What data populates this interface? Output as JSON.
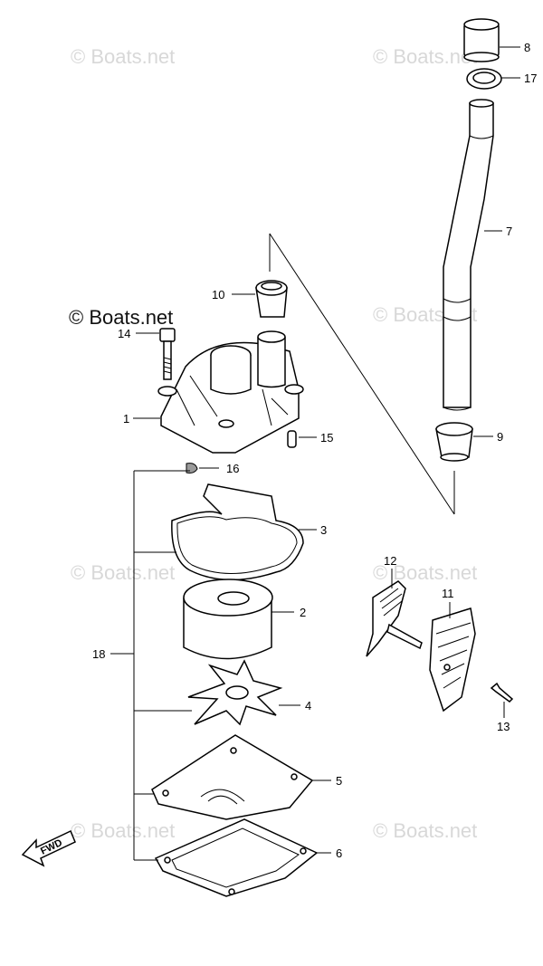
{
  "watermark": "© Boats.net",
  "brand_mark": "© Boats.net",
  "fwd_label": "FWD",
  "callouts": {
    "c1": "1",
    "c2": "2",
    "c3": "3",
    "c4": "4",
    "c5": "5",
    "c6": "6",
    "c7": "7",
    "c8": "8",
    "c9": "9",
    "c10": "10",
    "c11": "11",
    "c12": "12",
    "c13": "13",
    "c14": "14",
    "c15": "15",
    "c16": "16",
    "c17": "17",
    "c18": "18"
  }
}
